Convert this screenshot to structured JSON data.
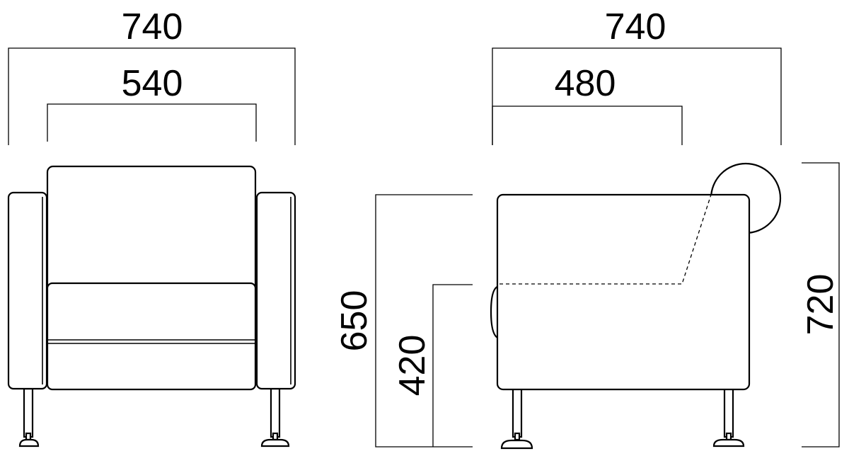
{
  "front_view": {
    "overall_width": "740",
    "seat_width": "540"
  },
  "side_view": {
    "overall_depth": "740",
    "seat_depth": "480",
    "overall_height": "720",
    "arm_height": "650",
    "seat_height": "420"
  }
}
